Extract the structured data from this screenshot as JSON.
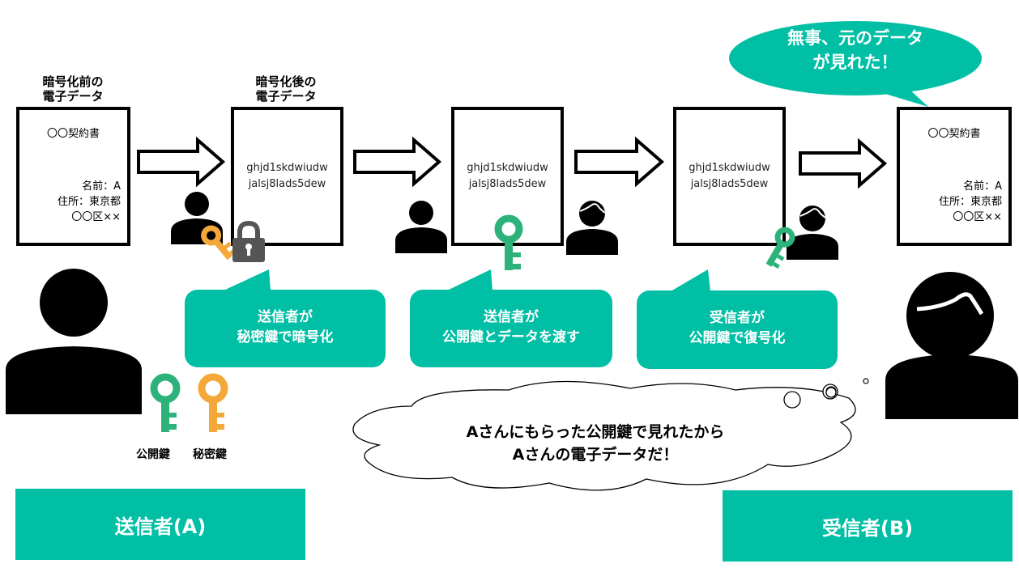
{
  "colors": {
    "teal": "#00bfa5",
    "public_key": "#2db37a",
    "private_key": "#f5a83a",
    "lock": "#555555",
    "ink": "#000000"
  },
  "stages": [
    {
      "caption": [
        "暗号化前の",
        "電子データ"
      ],
      "document": {
        "title": "〇〇契約書",
        "fields": [
          "名前：A",
          "住所：東京都",
          "〇〇区××"
        ]
      }
    },
    {
      "caption": [
        "暗号化後の",
        "電子データ"
      ],
      "document": {
        "cipher": [
          "ghjd1skdwiudw",
          "jalsj8lads5dew"
        ]
      }
    },
    {
      "document": {
        "cipher": [
          "ghjd1skdwiudw",
          "jalsj8lads5dew"
        ]
      }
    },
    {
      "document": {
        "cipher": [
          "ghjd1skdwiudw",
          "jalsj8lads5dew"
        ]
      }
    },
    {
      "document": {
        "title": "〇〇契約書",
        "fields": [
          "名前：A",
          "住所：東京都",
          "〇〇区××"
        ]
      }
    }
  ],
  "callouts": [
    {
      "lines": [
        "送信者が",
        "秘密鍵で暗号化"
      ]
    },
    {
      "lines": [
        "送信者が",
        "公開鍵とデータを渡す"
      ]
    },
    {
      "lines": [
        "受信者が",
        "公開鍵で復号化"
      ]
    }
  ],
  "speech_bubble": {
    "lines": [
      "無事、元のデータ",
      "が見れた！"
    ]
  },
  "thought_bubble": {
    "lines": [
      "Aさんにもらった公開鍵で見れたから",
      "Aさんの電子データだ！"
    ]
  },
  "keys": {
    "public_label": "公開鍵",
    "private_label": "秘密鍵"
  },
  "banners": {
    "sender": "送信者(A)",
    "receiver": "受信者(B)"
  },
  "icons": [
    "person-icon",
    "person-with-hair-icon",
    "public-key-icon",
    "private-key-icon",
    "padlock-icon",
    "right-arrow-icon"
  ]
}
